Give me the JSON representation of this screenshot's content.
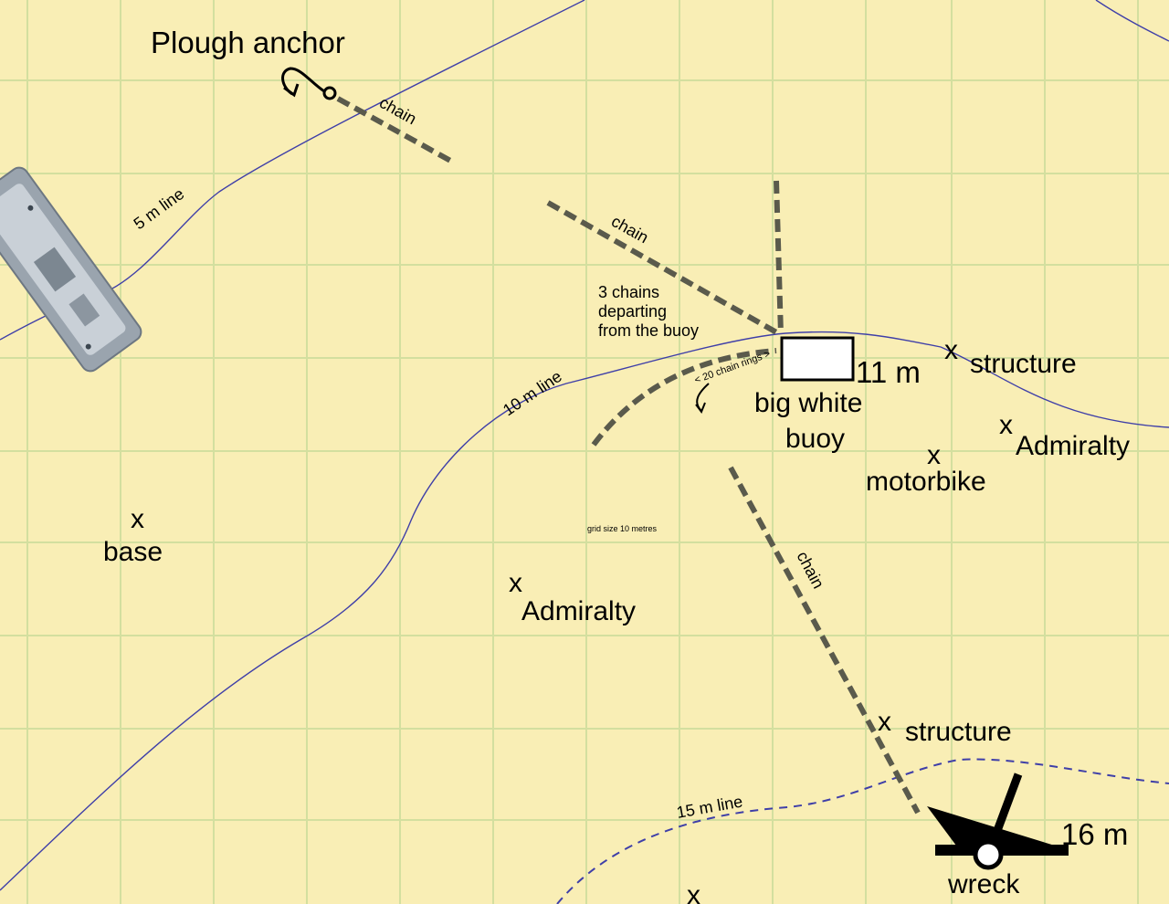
{
  "colors": {
    "background": "#f9eeb5",
    "grid": "#d3df9f",
    "contour": "#3f3fa8",
    "chain": "#5a5a4c",
    "ink": "#000000",
    "buoy": "#ffffff"
  },
  "labels": {
    "plough_anchor": "Plough anchor",
    "chain_1": "chain",
    "chain_2": "chain",
    "chain_3": "chain",
    "line_5m": "5 m line",
    "line_10m": "10 m line",
    "line_15m": "15 m line",
    "three_chains_1": "3 chains",
    "three_chains_2": "departing",
    "three_chains_3": "from the buoy",
    "chain_rings": "< 20 chain rings >",
    "buoy_1": "big white",
    "buoy_2": "buoy",
    "depth_11": "11 m",
    "depth_16": "16 m",
    "structure_1": "structure",
    "structure_2": "structure",
    "admiralty_1": "Admiralty",
    "admiralty_2": "Admiralty",
    "motorbike": "motorbike",
    "base": "base",
    "grid_size": "grid size 10 metres",
    "wreck": "wreck",
    "x_mark": "x"
  },
  "icons": [
    "boat-image",
    "plough-anchor-icon",
    "buoy-box",
    "wreck-icon",
    "curved-arrow-icon"
  ]
}
